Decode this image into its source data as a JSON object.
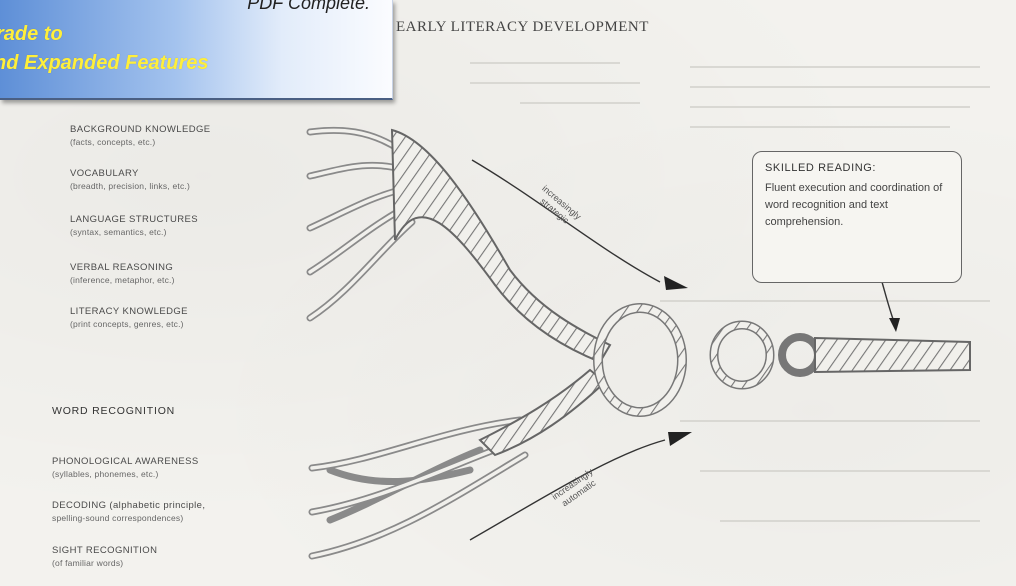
{
  "banner": {
    "top_text": "PDF Complete.",
    "line1": "rade to",
    "line2": "nd Expanded Features"
  },
  "document": {
    "title": "EARLY LITERACY DEVELOPMENT"
  },
  "language_comprehension": {
    "strands": [
      {
        "label": "BACKGROUND KNOWLEDGE",
        "sub": "(facts, concepts, etc.)"
      },
      {
        "label": "VOCABULARY",
        "sub": "(breadth, precision, links, etc.)"
      },
      {
        "label": "LANGUAGE STRUCTURES",
        "sub": "(syntax, semantics, etc.)"
      },
      {
        "label": "VERBAL REASONING",
        "sub": "(inference, metaphor, etc.)"
      },
      {
        "label": "LITERACY KNOWLEDGE",
        "sub": "(print concepts, genres, etc.)"
      }
    ],
    "arrow_text": [
      "increasingly",
      "strategic"
    ]
  },
  "word_recognition": {
    "heading": "WORD RECOGNITION",
    "strands": [
      {
        "label": "PHONOLOGICAL AWARENESS",
        "sub": "(syllables, phonemes, etc.)"
      },
      {
        "label": "DECODING (alphabetic principle,",
        "sub": "spelling-sound correspondences)"
      },
      {
        "label": "SIGHT RECOGNITION",
        "sub": "(of familiar words)"
      }
    ],
    "arrow_text": [
      "increasingly",
      "automatic"
    ]
  },
  "skilled_reading": {
    "title": "SKILLED READING:",
    "body": "Fluent execution and coordination of word recognition and text comprehension."
  },
  "colors": {
    "paper": "#f3f2ee",
    "banner_start": "#5e8fd7",
    "banner_text": "#ffef3a",
    "ink": "#555555"
  }
}
